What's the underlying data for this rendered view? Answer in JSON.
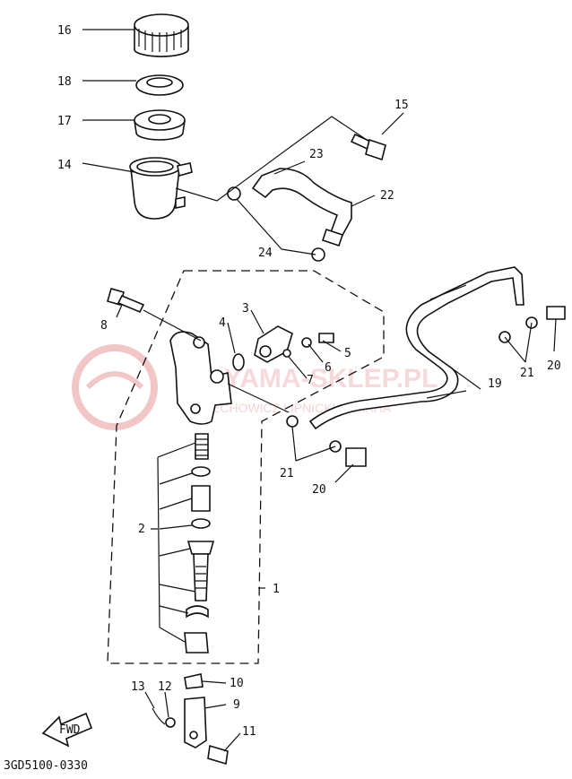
{
  "diagram": {
    "code": "3GD5100-0330",
    "fwd_label": "FWD",
    "watermark": {
      "title": "YAMA-SKLEP.PL",
      "subtitle": "CIECHOWICZ LIPNICKI YAMAHA"
    },
    "callouts": {
      "c1": "1",
      "c2": "2",
      "c3": "3",
      "c4": "4",
      "c5": "5",
      "c6": "6",
      "c7": "7",
      "c8": "8",
      "c9": "9",
      "c10": "10",
      "c11": "11",
      "c12": "12",
      "c13": "13",
      "c14": "14",
      "c15": "15",
      "c16": "16",
      "c17": "17",
      "c18": "18",
      "c19": "19",
      "c20a": "20",
      "c20b": "20",
      "c21a": "21",
      "c21b": "21",
      "c22": "22",
      "c23": "23",
      "c24": "24"
    }
  }
}
